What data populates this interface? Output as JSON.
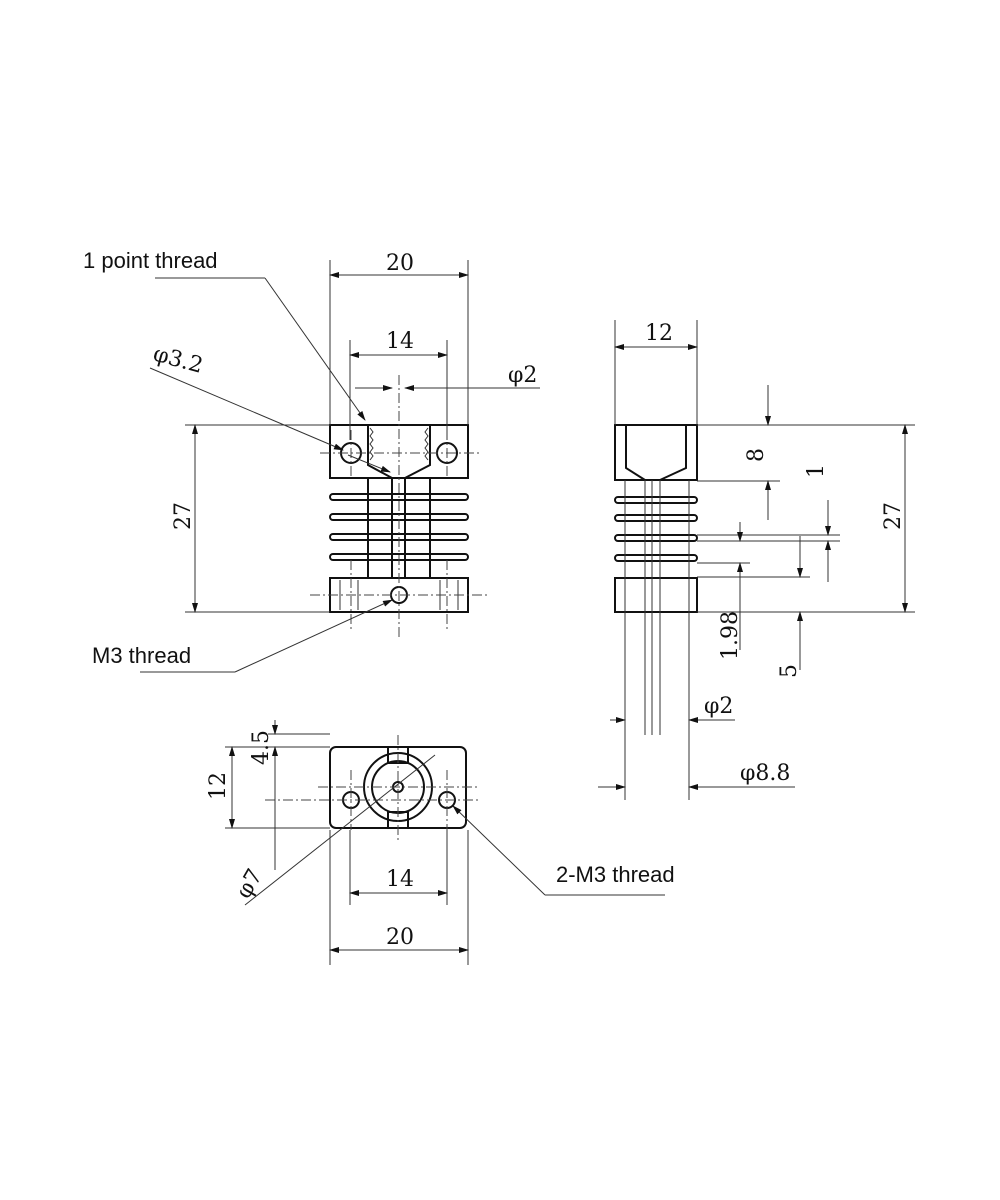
{
  "labels": {
    "point_thread": "1 point thread",
    "m3_thread": "M3 thread",
    "two_m3_thread": "2-M3 thread"
  },
  "front_view": {
    "width": "20",
    "hole_spacing": "14",
    "bore": "φ2",
    "hole_dia": "φ3.2",
    "height": "27"
  },
  "side_view": {
    "width": "12",
    "thread_depth": "8",
    "fin_thickness": "1",
    "height": "27",
    "fin_gap": "1.98",
    "base": "5",
    "bore": "φ2",
    "tube_dia": "φ8.8"
  },
  "bottom_view": {
    "offset": "4.5",
    "depth": "12",
    "ring_dia": "φ7",
    "hole_spacing": "14",
    "width": "20"
  },
  "colors": {
    "line": "#111111",
    "background": "#ffffff"
  }
}
